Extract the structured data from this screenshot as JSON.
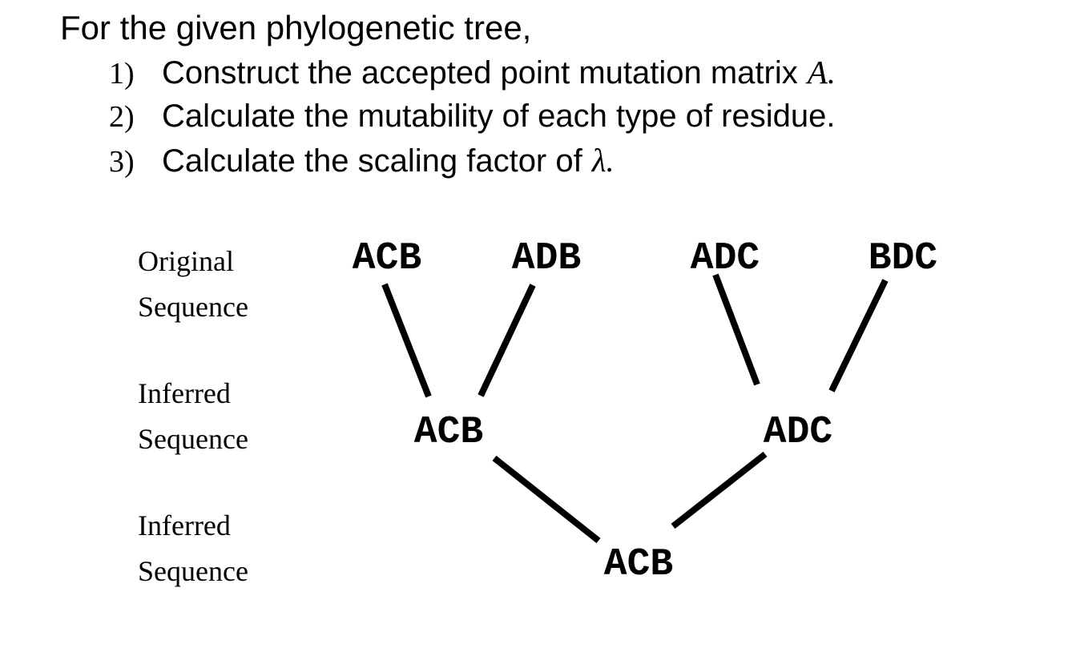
{
  "page": {
    "background": "#ffffff",
    "text_color": "#000000",
    "heading": "For the given phylogenetic tree,"
  },
  "tasks": [
    {
      "number": "1)",
      "text": "Construct the accepted point mutation matrix",
      "math": "A."
    },
    {
      "number": "2)",
      "text": "Calculate the mutability of each type of residue.",
      "math": ""
    },
    {
      "number": "3)",
      "text": "Calculate the scaling factor of",
      "math": "λ."
    }
  ],
  "tree": {
    "row_headers": [
      {
        "line1": "Original",
        "line2": "Sequence"
      },
      {
        "line1": "Inferred",
        "line2": "Sequence"
      },
      {
        "line1": "Inferred",
        "line2": "Sequence"
      }
    ],
    "levels": {
      "original": [
        "ACB",
        "ADB",
        "ADC",
        "BDC"
      ],
      "inferred_mid": [
        "ACB",
        "ADC"
      ],
      "inferred_root": [
        "ACB"
      ]
    },
    "edges": [
      {
        "from": "original-ACB",
        "to": "inferred-mid-ACB"
      },
      {
        "from": "original-ADB",
        "to": "inferred-mid-ACB"
      },
      {
        "from": "original-ADC",
        "to": "inferred-mid-ADC"
      },
      {
        "from": "original-BDC",
        "to": "inferred-mid-ADC"
      },
      {
        "from": "inferred-mid-ACB",
        "to": "inferred-root-ACB"
      },
      {
        "from": "inferred-mid-ADC",
        "to": "inferred-root-ACB"
      }
    ],
    "edge_color": "#000000"
  }
}
